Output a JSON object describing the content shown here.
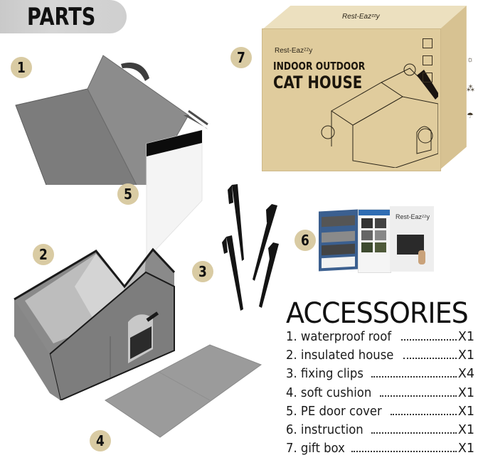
{
  "header": {
    "title": "PARTS"
  },
  "parts": [
    {
      "number": "1",
      "name": "waterproof roof"
    },
    {
      "number": "2",
      "name": "insulated house"
    },
    {
      "number": "3",
      "name": "fixing clips"
    },
    {
      "number": "4",
      "name": "soft cushion"
    },
    {
      "number": "5",
      "name": "PE door cover"
    },
    {
      "number": "6",
      "name": "instruction"
    },
    {
      "number": "7",
      "name": "gift box"
    }
  ],
  "gift_box": {
    "brand_top": "Rest-Eazᶻᶻy",
    "brand": "Rest-Eazᶻᶻy",
    "title_line1": "INDOOR OUTDOOR",
    "title_line2": "CAT HOUSE"
  },
  "instruction_booklet": {
    "brand": "Rest-Eazᶻᶻy"
  },
  "accessories": {
    "title": "ACCESSORIES",
    "items": [
      {
        "label": "1. waterproof roof",
        "qty": "X1"
      },
      {
        "label": "2. insulated house",
        "qty": "X1"
      },
      {
        "label": "3. fixing clips",
        "qty": "X4"
      },
      {
        "label": "4. soft cushion",
        "qty": "X1"
      },
      {
        "label": "5. PE door cover",
        "qty": "X1"
      },
      {
        "label": "6. instruction",
        "qty": "X1"
      },
      {
        "label": "7. gift box",
        "qty": "X1"
      }
    ]
  },
  "colors": {
    "badge": "#d9cba3",
    "box": "#e0cc9d",
    "fabric": "#7a7a7a",
    "header_pill": "#cfcfcf"
  }
}
